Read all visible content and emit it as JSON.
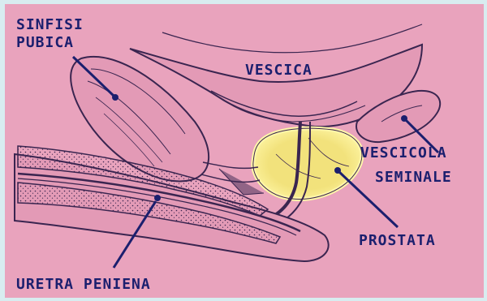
{
  "labels": {
    "symphysis_line1": "SINFISI",
    "symphysis_line2": "PUBICA",
    "bladder": "VESCICA",
    "vesicle_line1": "VESCICOLA",
    "vesicle_line2": "SEMINALE",
    "prostate": "PROSTATA",
    "urethra": "URETRA PENIENA"
  },
  "colors": {
    "background": "#e9a3bd",
    "outer_border": "#d8ecf0",
    "ink": "#1b1f6e",
    "prostate_fill": "#f2e27c",
    "prostate_glow": "#fff7a8"
  }
}
